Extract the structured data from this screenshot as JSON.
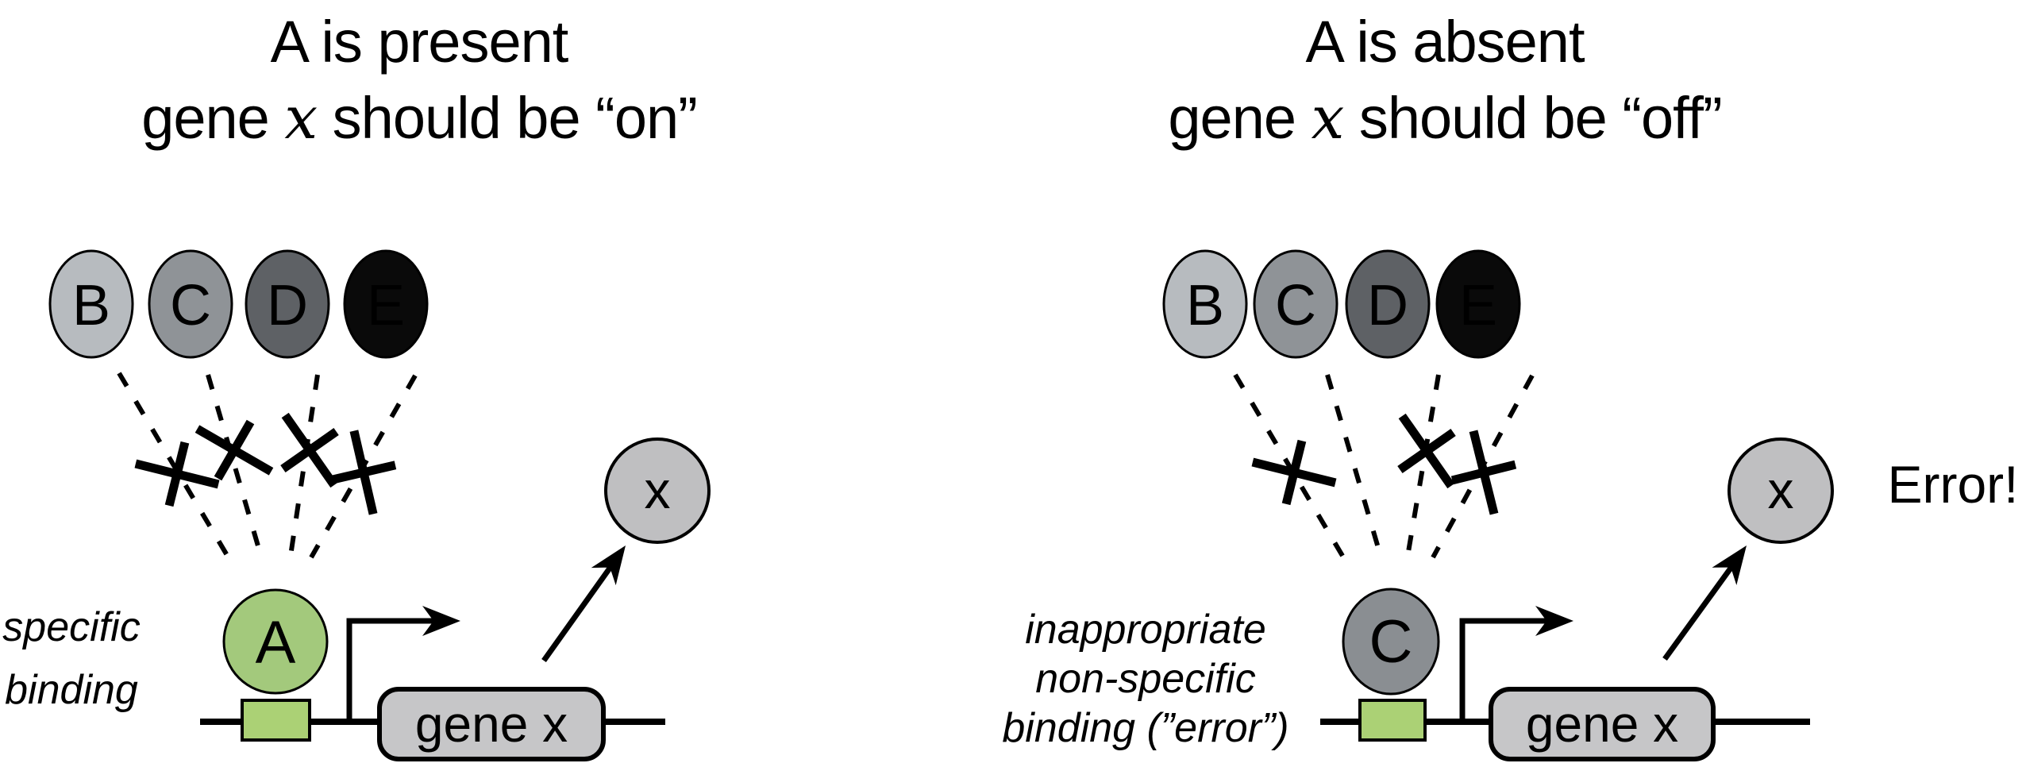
{
  "colors": {
    "background": "#ffffff",
    "ink": "#000000",
    "factor_b": "#b7bbbf",
    "factor_c": "#8f9397",
    "factor_d": "#5e6165",
    "factor_e": "#0a0a0a",
    "activator_green": "#a3c97c",
    "binding_site_green": "#abd175",
    "bound_c_gray": "#8a8e92",
    "product_gray": "#bfbfc1",
    "gene_box_gray": "#c6c6c8",
    "letter_light": "#ffffff",
    "letter_dark": "#000000"
  },
  "left_panel": {
    "title_line1": "A is present",
    "title_line2_pre": "gene ",
    "title_line2_gene": "x",
    "title_line2_post": " should be “on”",
    "factors": {
      "b": "B",
      "c": "C",
      "d": "D",
      "e": "E"
    },
    "bound_factor": "A",
    "binding_label_line1": "specific",
    "binding_label_line2": "binding",
    "gene_box_label": "gene x",
    "product_label": "x"
  },
  "right_panel": {
    "title_line1": "A is absent",
    "title_line2_pre": "gene ",
    "title_line2_gene": "x",
    "title_line2_post": " should be “off”",
    "factors": {
      "b": "B",
      "c": "C",
      "d": "D",
      "e": "E"
    },
    "bound_factor": "C",
    "binding_label_line1": "inappropriate",
    "binding_label_line2": "non-specific",
    "binding_label_line3": "binding (”error”)",
    "gene_box_label": "gene x",
    "product_label": "x",
    "error_label": "Error!"
  }
}
